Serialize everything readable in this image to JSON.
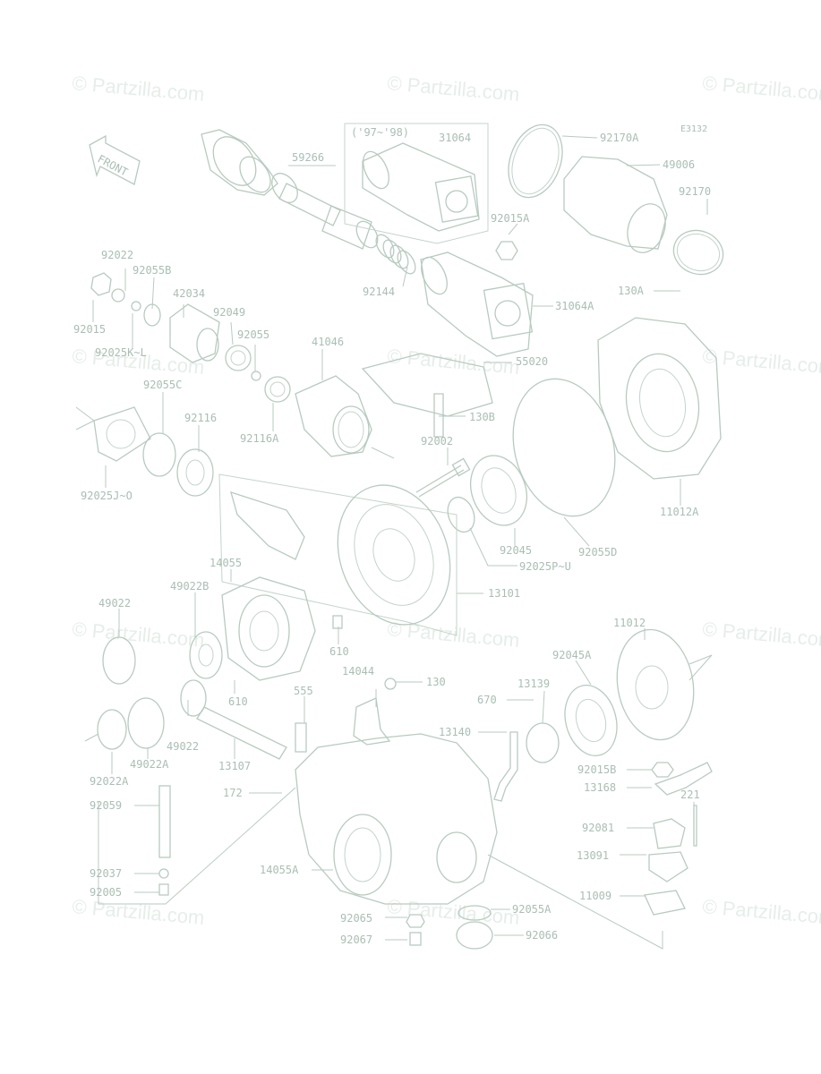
{
  "diagram": {
    "code": "E3132",
    "front_label": "FRONT",
    "variant_note": "('97~'98)",
    "watermark": "© Partzilla.com",
    "parts": {
      "p92170A": "92170A",
      "p49006": "49006",
      "p92170": "92170",
      "p31064": "31064",
      "p59266": "59266",
      "p92015A": "92015A",
      "p31064A": "31064A",
      "p92144": "92144",
      "p130A": "130A",
      "p92022": "92022",
      "p92055B": "92055B",
      "p42034": "42034",
      "p92049": "92049",
      "p92055": "92055",
      "p41046": "41046",
      "p92015": "92015",
      "p92025K": "92025K~L",
      "p55020": "55020",
      "p92055C": "92055C",
      "p92116": "92116",
      "p92116A": "92116A",
      "p130B": "130B",
      "p92002": "92002",
      "p92025J": "92025J~O",
      "p11012A": "11012A",
      "p92045": "92045",
      "p92055D": "92055D",
      "p92025P": "92025P~U",
      "p14055": "14055",
      "p13101": "13101",
      "p49022": "49022",
      "p49022B": "49022B",
      "p610a": "610",
      "p610b": "610",
      "p11012": "11012",
      "p14044": "14044",
      "p130": "130",
      "p555": "555",
      "p92045A": "92045A",
      "p670": "670",
      "p13139": "13139",
      "p13140": "13140",
      "p49022c": "49022",
      "p13107": "13107",
      "p92022A": "92022A",
      "p49022A": "49022A",
      "p92015B": "92015B",
      "p13168": "13168",
      "p172": "172",
      "p221": "221",
      "p92059": "92059",
      "p92081": "92081",
      "p13091": "13091",
      "p14055A": "14055A",
      "p92037": "92037",
      "p92005": "92005",
      "p11009": "11009",
      "p92055A": "92055A",
      "p92065": "92065",
      "p92066": "92066",
      "p92067": "92067"
    }
  }
}
